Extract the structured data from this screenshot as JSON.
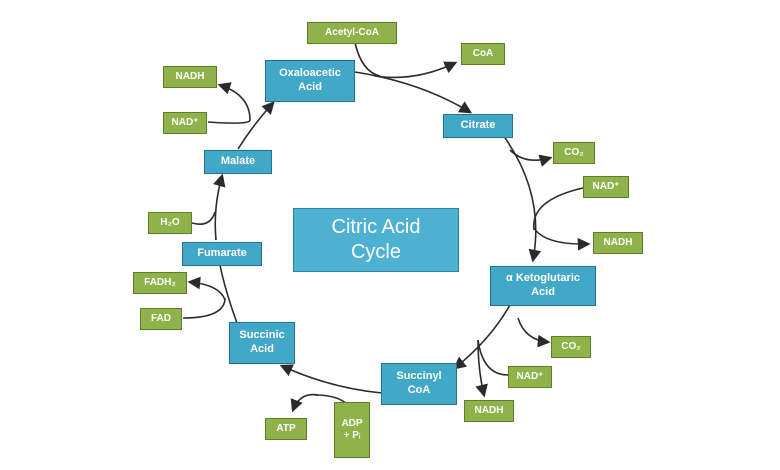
{
  "diagram": {
    "center_label": "Citric Acid Cycle",
    "intermediates": {
      "oxaloacetic_acid": "Oxaloacetic Acid",
      "citrate": "Citrate",
      "alpha_ketoglutaric_acid": "α Ketoglutaric Acid",
      "succinyl_coa": "Succinyl CoA",
      "succinic_acid": "Succinic Acid",
      "fumarate": "Fumarate",
      "malate": "Malate"
    },
    "cofactors": {
      "acetyl_coa": "Acetyl-CoA",
      "coa": "CoA",
      "co2_1": "CO₂",
      "nad_1": "NAD⁺",
      "nadh_1": "NADH",
      "co2_2": "CO₂",
      "nad_2": "NAD⁺",
      "nadh_2": "NADH",
      "adp_pi": "ADP + Pᵢ",
      "atp": "ATP",
      "fad": "FAD",
      "fadh2": "FADH₂",
      "h2o": "H₂O",
      "nad_3": "NAD⁺",
      "nadh_3": "NADH"
    },
    "colors": {
      "intermediate_fill": "#41a8c8",
      "cofactor_fill": "#8fb34a",
      "arrow": "#2b2b2b"
    }
  }
}
